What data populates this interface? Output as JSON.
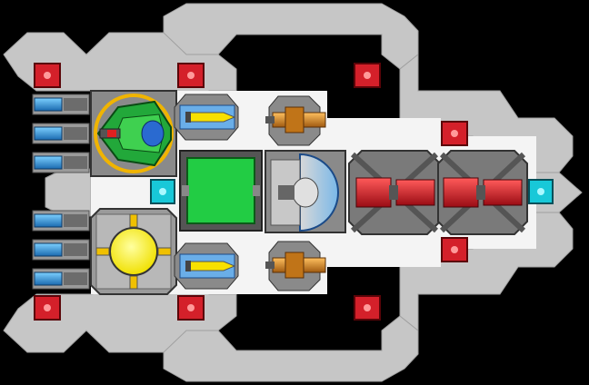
{
  "game": {
    "view": "ship-layout",
    "colors": {
      "background": "#000000",
      "hull": "#c8c8c8",
      "hull_edge": "#9a9a9a",
      "floor": "#f4f4f4",
      "red_node": "#d4202a",
      "cyan_node": "#18c8d8",
      "green_system": "#22cc44",
      "yellow_core": "#ffff10",
      "orange_turret": "#e08a20",
      "blue_cell": "#3a9ad8"
    },
    "modules": [
      {
        "id": "cockpit",
        "icon": "green-fighter-icon"
      },
      {
        "id": "reactor",
        "icon": "yellow-core-icon"
      },
      {
        "id": "shield",
        "icon": "green-shield-panel-icon"
      },
      {
        "id": "hangar",
        "icon": "dome-hangar-icon"
      },
      {
        "id": "engine-1",
        "icon": "red-engine-icon"
      },
      {
        "id": "engine-2",
        "icon": "red-engine-icon"
      }
    ]
  }
}
